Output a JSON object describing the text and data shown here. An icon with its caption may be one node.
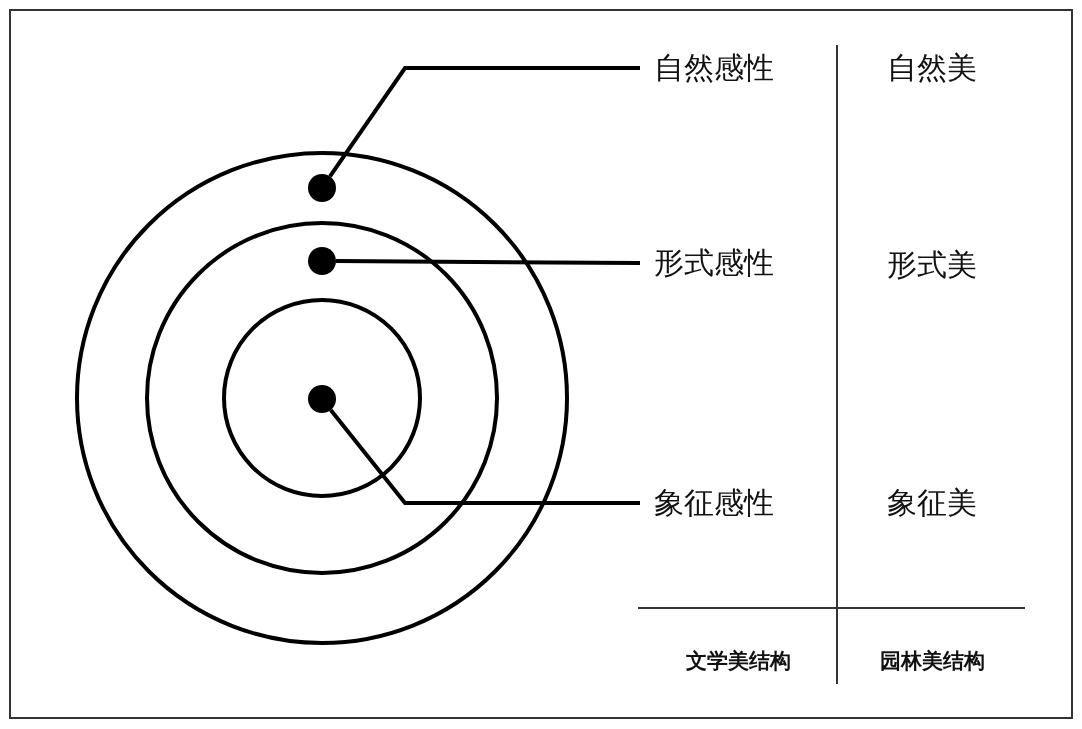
{
  "diagram": {
    "nodes": [
      {
        "text": [
          "自然感性"
        ]
      },
      {
        "text": [
          "形式感性"
        ]
      },
      {
        "text": [
          "象征感性"
        ]
      },
      {
        "text": [],
        "shape": "circle"
      },
      {
        "text": [],
        "shape": "circle"
      },
      {
        "text": [],
        "shape": "circle"
      }
    ],
    "edges": [
      {
        "from": 0,
        "to": 3,
        "arrow": "none"
      },
      {
        "from": 1,
        "to": 4,
        "arrow": "none"
      },
      {
        "from": 2,
        "to": 5,
        "arrow": "none"
      }
    ],
    "labels": [
      "自然美",
      "形式美",
      "象征美",
      "文学美结构",
      "园林美结构"
    ]
  }
}
